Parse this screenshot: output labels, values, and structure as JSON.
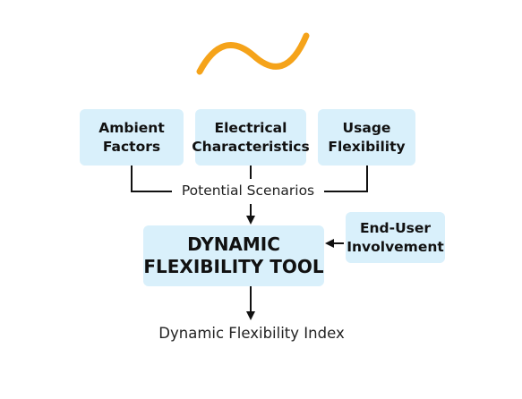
{
  "colors": {
    "box_fill": "#d9f0fb",
    "wave_stroke": "#f5a31a",
    "line": "#111111"
  },
  "icons": {
    "wave": "sine-wave-icon"
  },
  "inputs": [
    {
      "id": "ambient",
      "label": "Ambient\nFactors"
    },
    {
      "id": "electrical",
      "label": "Electrical\nCharacteristics"
    },
    {
      "id": "usage",
      "label": "Usage\nFlexibility"
    }
  ],
  "scenarios_label": "Potential Scenarios",
  "tool_label": "DYNAMIC\nFLEXIBILITY TOOL",
  "end_user_label": "End-User\nInvolvement",
  "output_label": "Dynamic Flexibility Index"
}
